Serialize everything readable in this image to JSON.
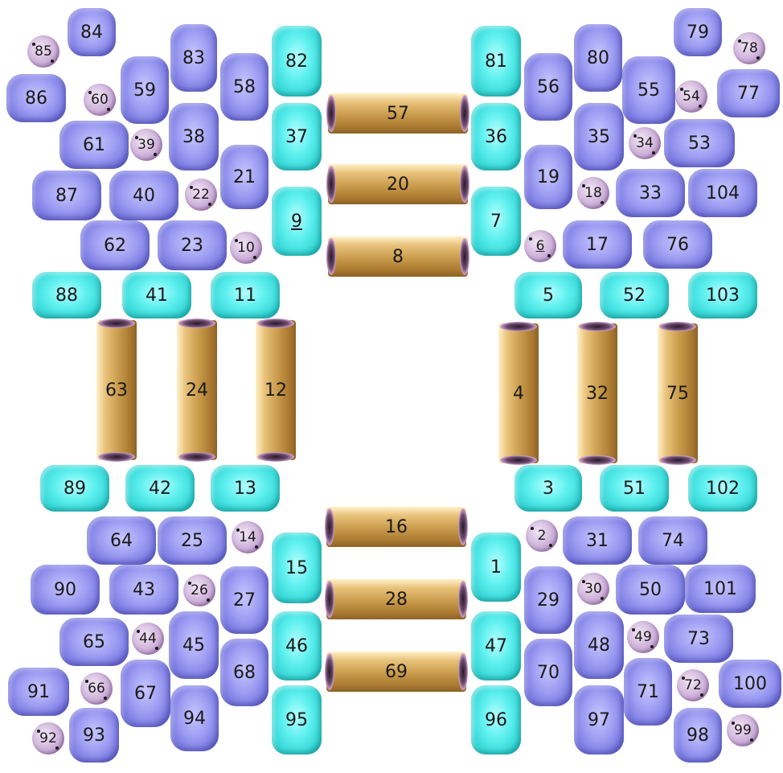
{
  "diagram": {
    "cyan_tiles": [
      "82",
      "37",
      "9",
      "81",
      "36",
      "7",
      "88",
      "41",
      "11",
      "5",
      "52",
      "103",
      "89",
      "42",
      "13",
      "3",
      "51",
      "102",
      "15",
      "46",
      "95",
      "1",
      "47",
      "96"
    ],
    "blue_tiles": [
      "84",
      "86",
      "59",
      "83",
      "58",
      "61",
      "38",
      "21",
      "87",
      "40",
      "62",
      "23",
      "80",
      "56",
      "55",
      "77",
      "79",
      "35",
      "53",
      "19",
      "33",
      "104",
      "17",
      "76",
      "64",
      "25",
      "90",
      "43",
      "27",
      "65",
      "45",
      "68",
      "91",
      "67",
      "94",
      "93",
      "31",
      "74",
      "29",
      "50",
      "101",
      "48",
      "73",
      "70",
      "71",
      "100",
      "97",
      "98"
    ],
    "balls": [
      "85",
      "60",
      "39",
      "22",
      "10",
      "78",
      "54",
      "34",
      "18",
      "6",
      "14",
      "26",
      "44",
      "66",
      "92",
      "2",
      "30",
      "49",
      "72",
      "99"
    ],
    "tubes_horizontal": [
      "57",
      "20",
      "8",
      "16",
      "28",
      "69"
    ],
    "tubes_vertical": [
      "63",
      "24",
      "12",
      "4",
      "32",
      "75"
    ],
    "underlined_labels": [
      "9",
      "6"
    ]
  }
}
